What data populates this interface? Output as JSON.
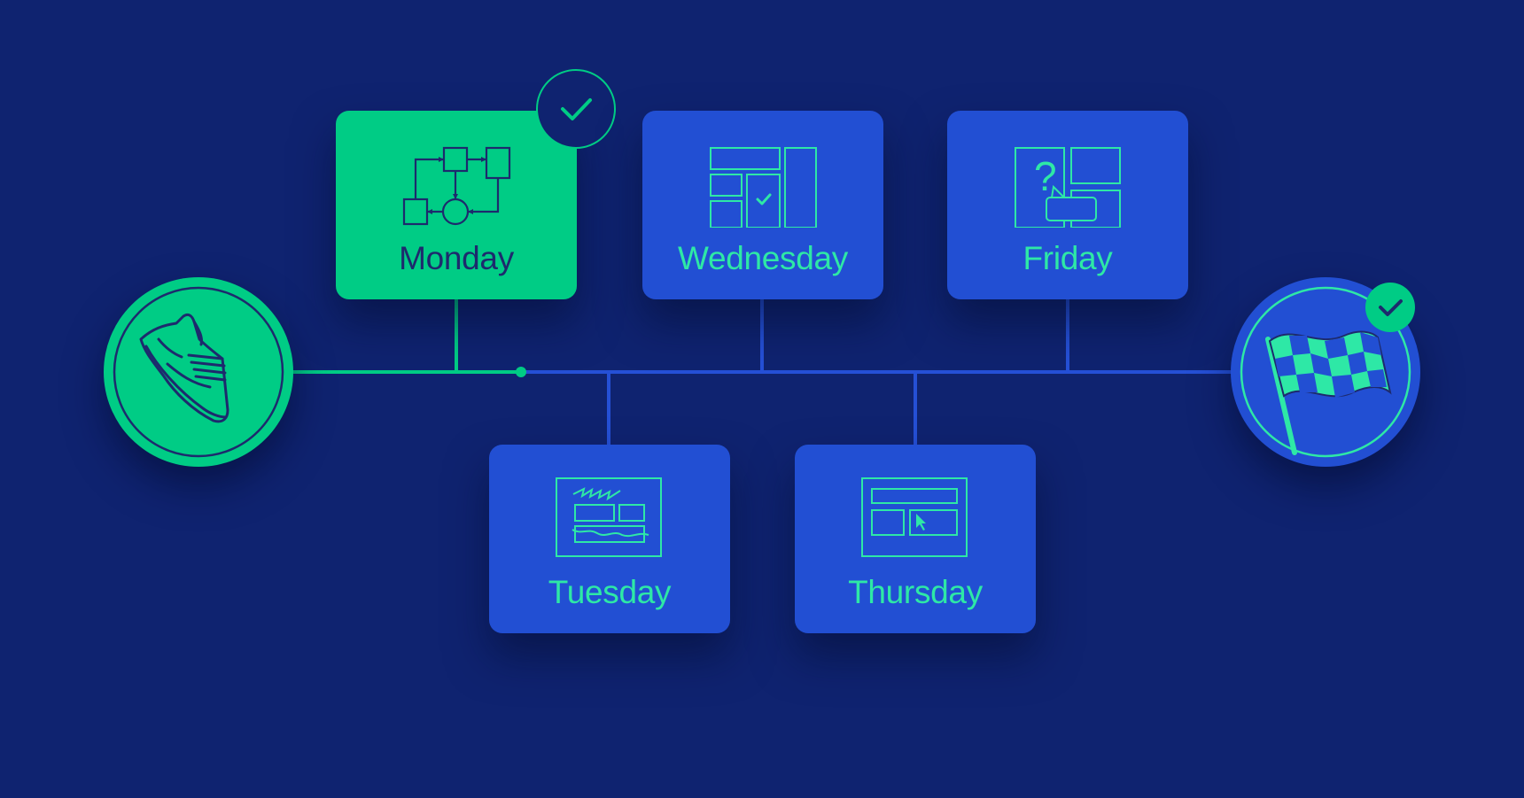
{
  "colors": {
    "background": "#0f2370",
    "card_done": "#00cc85",
    "card_pending": "#224fd3",
    "accent_green": "#2ee8a6",
    "dark_navy": "#1d2a6d",
    "line_done": "#00cc85",
    "line_pending": "#2550d6"
  },
  "start": {
    "icon": "sneaker-icon",
    "state": "done"
  },
  "finish": {
    "icon": "checkered-flag-icon",
    "state": "done",
    "badge_icon": "check-icon"
  },
  "days": {
    "monday": {
      "label": "Monday",
      "icon": "process-flowchart-icon",
      "state": "done",
      "badge_icon": "check-icon"
    },
    "tuesday": {
      "label": "Tuesday",
      "icon": "wireframe-sketch-icon",
      "state": "pending"
    },
    "wednesday": {
      "label": "Wednesday",
      "icon": "layout-grid-check-icon",
      "state": "pending"
    },
    "thursday": {
      "label": "Thursday",
      "icon": "prototype-click-icon",
      "state": "pending"
    },
    "friday": {
      "label": "Friday",
      "icon": "user-testing-question-icon",
      "state": "pending"
    }
  }
}
